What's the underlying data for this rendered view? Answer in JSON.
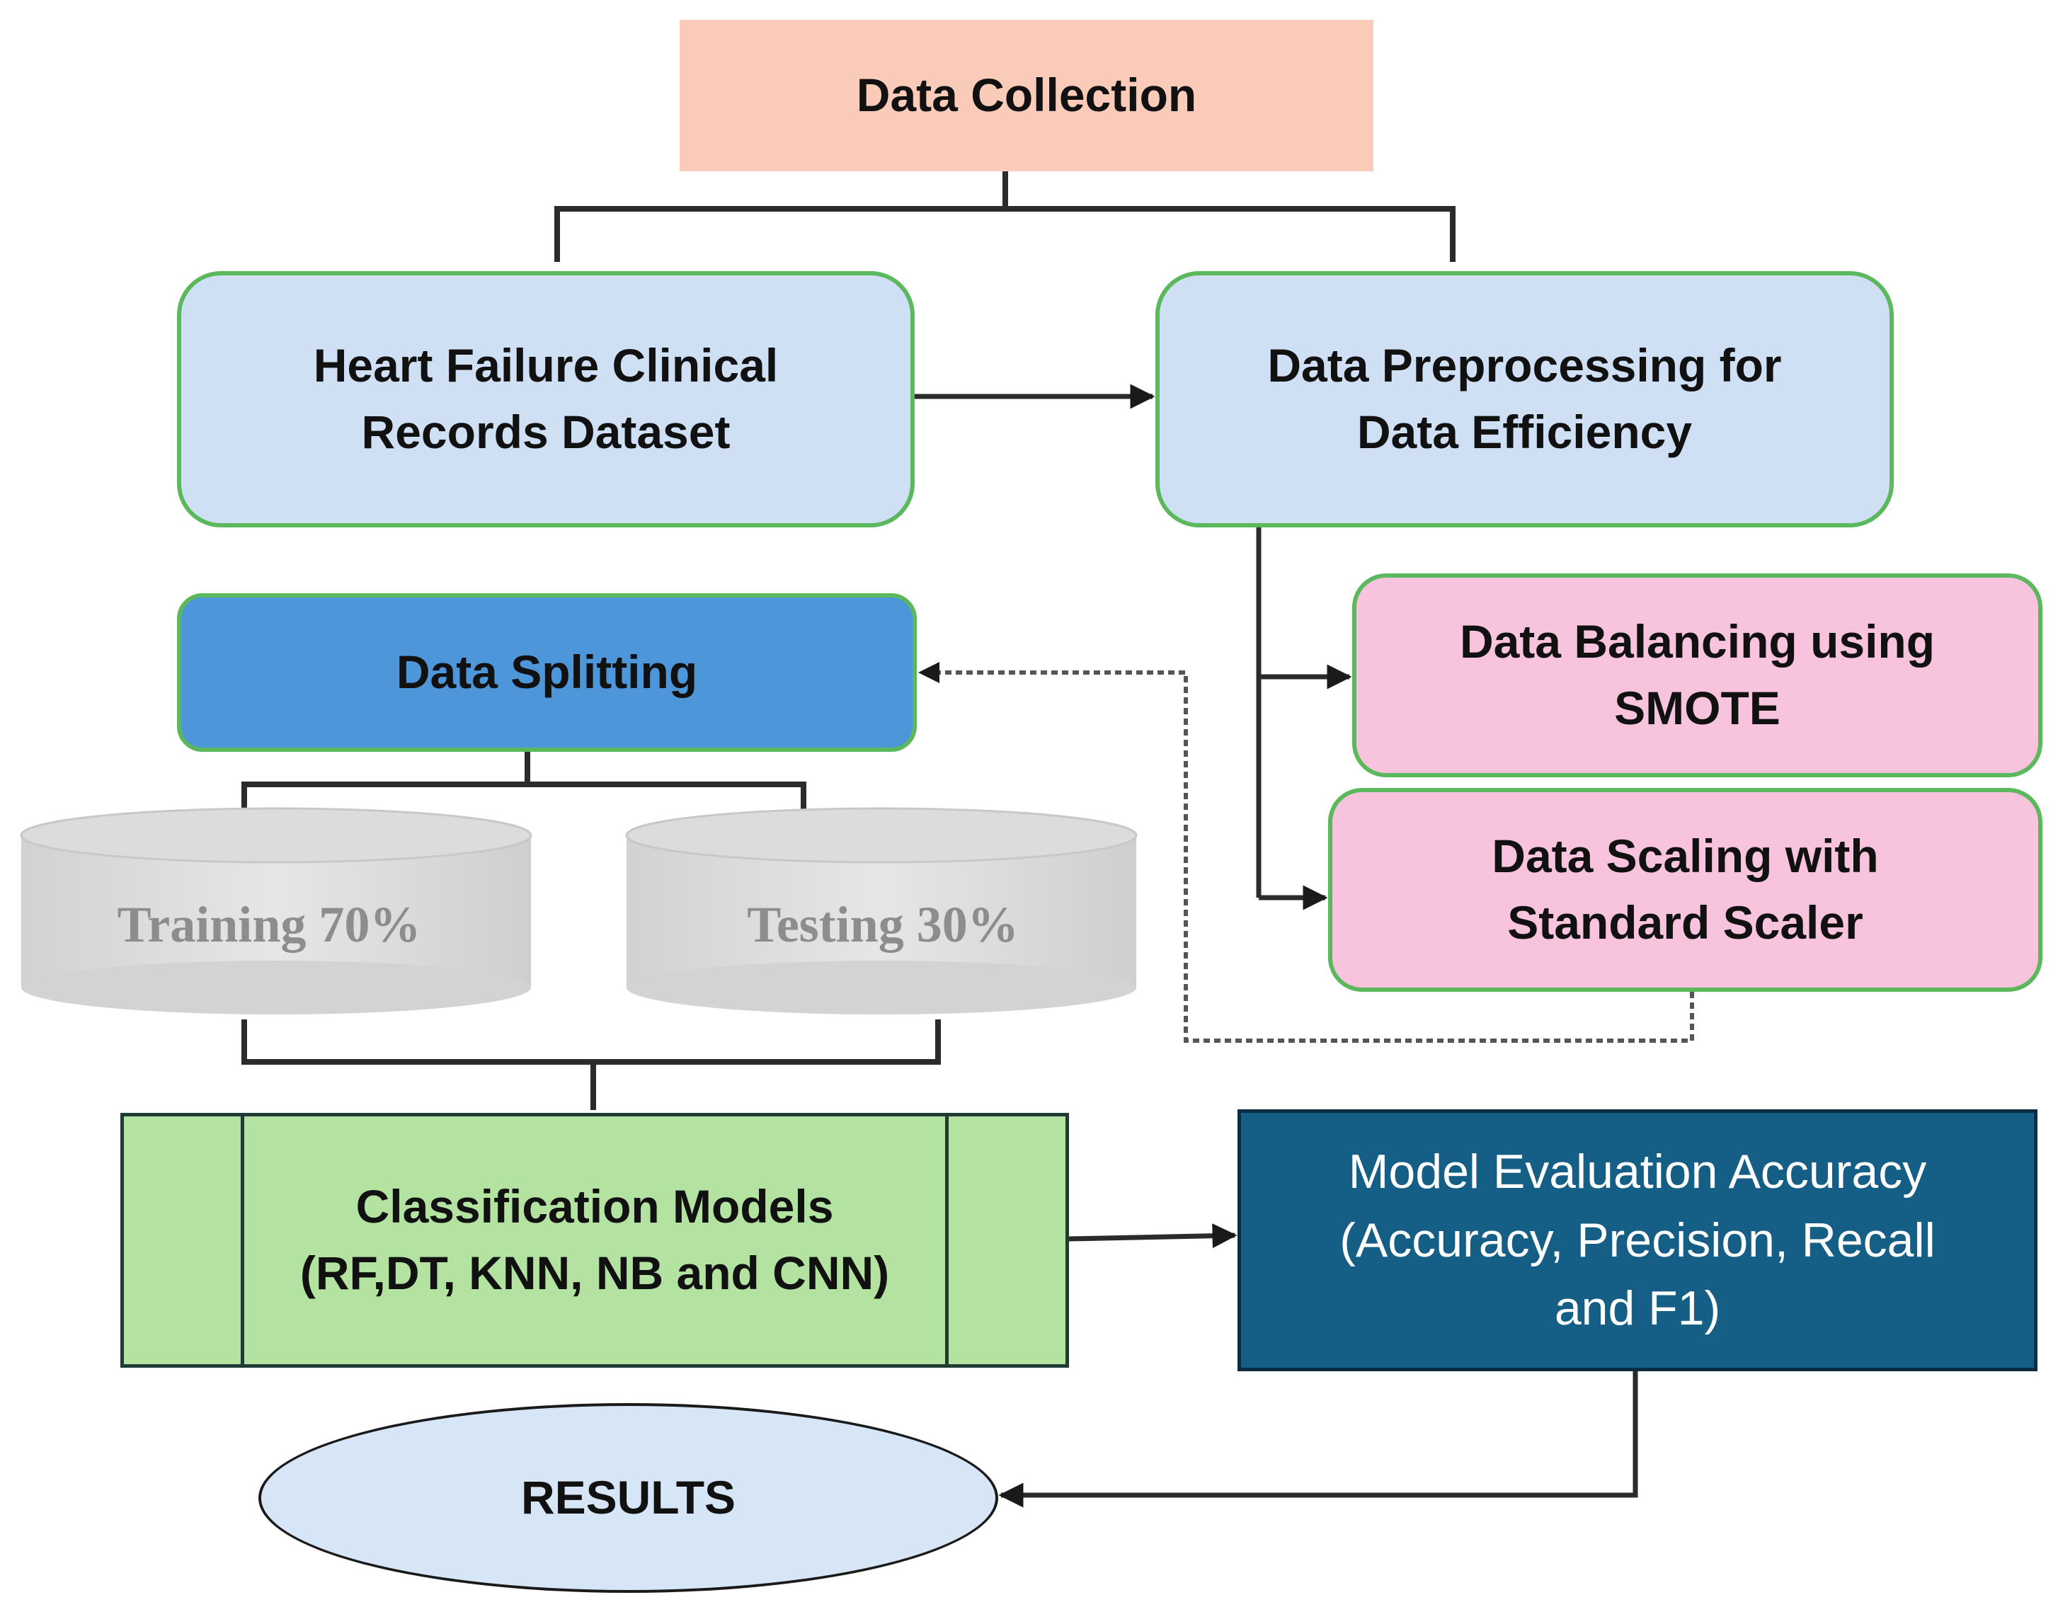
{
  "nodes": {
    "data_collection": "Data Collection",
    "dataset": "Heart Failure Clinical\nRecords Dataset",
    "preprocessing": "Data Preprocessing for\nData Efficiency",
    "data_splitting": "Data Splitting",
    "smote": "Data Balancing using\nSMOTE",
    "scaling": "Data Scaling with\nStandard Scaler",
    "training": "Training  70%",
    "testing": "Testing  30%",
    "classification": "Classification Models\n(RF,DT, KNN, NB and CNN)",
    "evaluation": "Model Evaluation Accuracy\n(Accuracy, Precision, Recall\nand F1)",
    "results": "RESULTS"
  },
  "colors": {
    "data_collection_fill": "#f9cbb8",
    "light_blue_fill": "#cfe0f5",
    "splitting_fill": "#4d96d9",
    "pink_fill": "#f8c3dc",
    "classification_fill": "#b4e3a1",
    "evaluation_fill": "#155e85",
    "results_fill": "#d7e6f7",
    "green_border": "#5cb85c",
    "connector": "#2b2b2b"
  },
  "edges": [
    {
      "from": "data_collection",
      "to": "dataset",
      "style": "bracket"
    },
    {
      "from": "data_collection",
      "to": "preprocessing",
      "style": "bracket"
    },
    {
      "from": "dataset",
      "to": "preprocessing",
      "style": "arrow"
    },
    {
      "from": "preprocessing",
      "to": "smote",
      "style": "arrow"
    },
    {
      "from": "preprocessing",
      "to": "scaling",
      "style": "arrow"
    },
    {
      "from": "scaling",
      "to": "data_splitting",
      "style": "dotted-arrow"
    },
    {
      "from": "data_splitting",
      "to": "training",
      "style": "bracket"
    },
    {
      "from": "data_splitting",
      "to": "testing",
      "style": "bracket"
    },
    {
      "from": "training",
      "to": "classification",
      "style": "bracket"
    },
    {
      "from": "testing",
      "to": "classification",
      "style": "bracket"
    },
    {
      "from": "classification",
      "to": "evaluation",
      "style": "arrow"
    },
    {
      "from": "evaluation",
      "to": "results",
      "style": "arrow"
    }
  ]
}
